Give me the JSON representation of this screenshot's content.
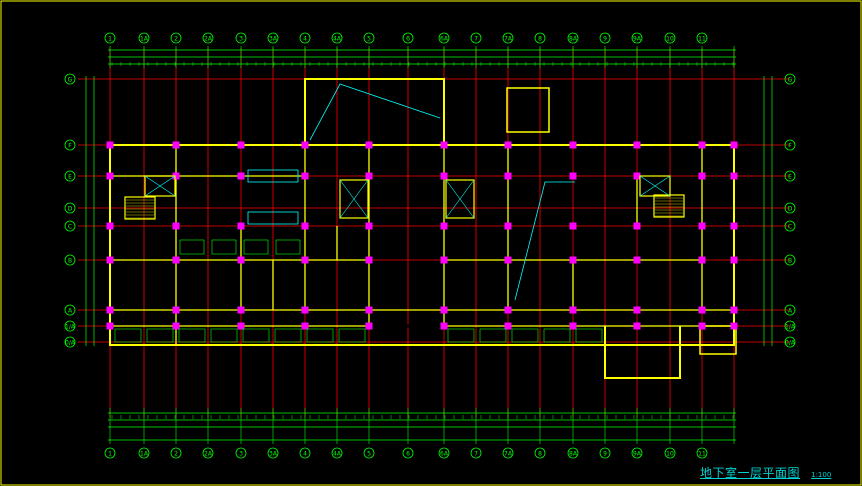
{
  "drawing": {
    "title": "地下室一层平面图",
    "scale": "1:100",
    "top_axes": [
      "1",
      "1A",
      "2",
      "2A",
      "3",
      "3A",
      "4",
      "4A",
      "5",
      "6",
      "6A",
      "7",
      "7A",
      "8",
      "8A",
      "9",
      "9A",
      "10",
      "11"
    ],
    "bottom_axes": [
      "1",
      "1A",
      "2",
      "2A",
      "3",
      "3A",
      "4",
      "4A",
      "5",
      "6",
      "6A",
      "7",
      "7A",
      "8",
      "8A",
      "9",
      "9A",
      "10",
      "11"
    ],
    "left_axes": [
      "G",
      "F",
      "E",
      "D",
      "C",
      "B",
      "A",
      "1/A",
      "0/A"
    ],
    "right_axes": [
      "G",
      "F",
      "E",
      "D",
      "C",
      "B",
      "A",
      "1/A",
      "0/A"
    ],
    "colors": {
      "background": "#000000",
      "grid": "#ff0000",
      "wall": "#ffff00",
      "column": "#ff00ff",
      "dim": "#00ff00",
      "annotation": "#00ffff",
      "frame": "#ffff00"
    }
  }
}
